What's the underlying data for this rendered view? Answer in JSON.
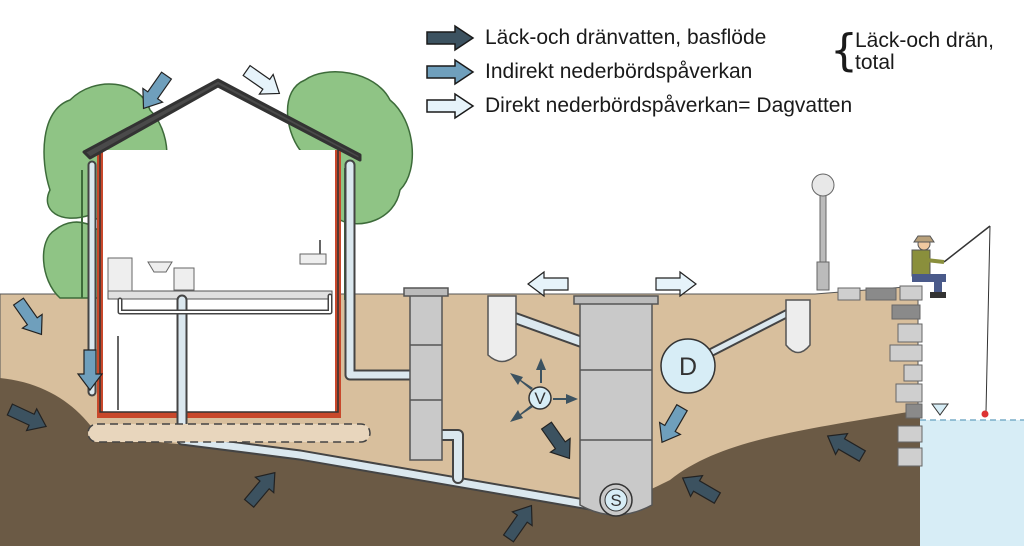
{
  "legend": {
    "items": [
      {
        "label": "Läck-och dränvatten, basflöde",
        "arrow_color": "#3c5260"
      },
      {
        "label": "Indirekt nederbördspåverkan",
        "arrow_color": "#6f9fbc"
      },
      {
        "label": "Direkt nederbördspåverkan= Dagvatten",
        "arrow_color": "#e6f3fa"
      }
    ],
    "total_label_line1": "Läck-och drän,",
    "total_label_line2": "total"
  },
  "markers": {
    "distribution": "V",
    "stormwater": "D",
    "sewer": "S"
  },
  "colors": {
    "soil_top": "#d8bf9d",
    "soil_deep": "#6b5a45",
    "water": "#d7edf6",
    "pipe": "#dbe8ef",
    "tree": "#8fc485",
    "house_wall": "#c8482b",
    "roof": "#4a4a4a",
    "manhole": "#c9c9c9"
  }
}
